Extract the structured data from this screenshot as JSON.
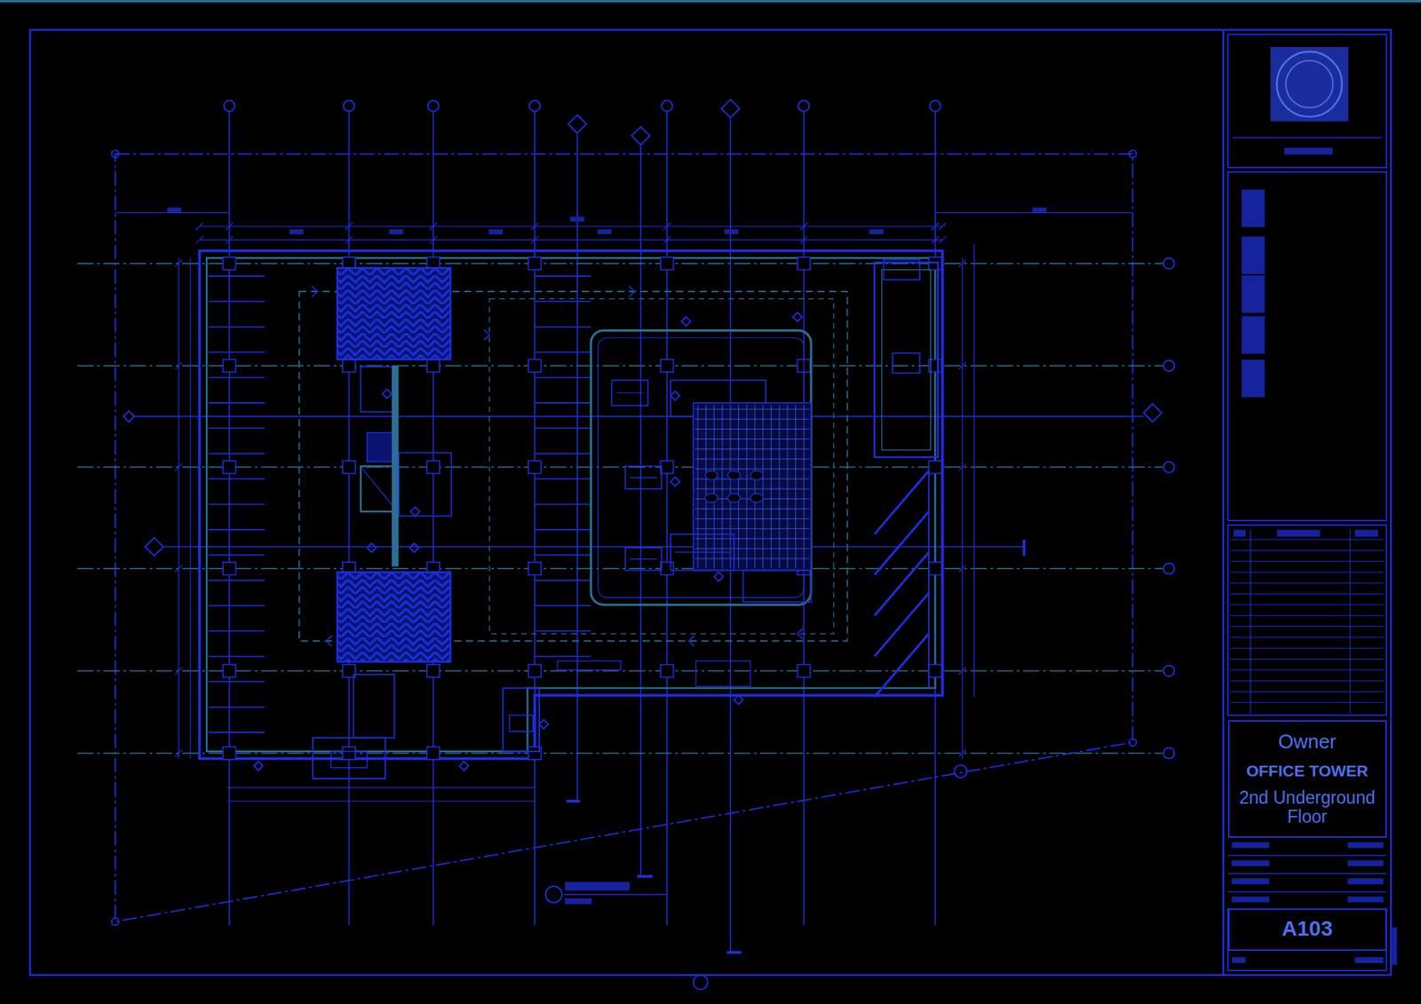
{
  "diagram": {
    "nodes": [
      {
        "text": [
          "Owner",
          "OFFICE TOWER",
          "2nd Underground Floor"
        ]
      },
      {
        "text": [
          "A103"
        ]
      }
    ]
  }
}
